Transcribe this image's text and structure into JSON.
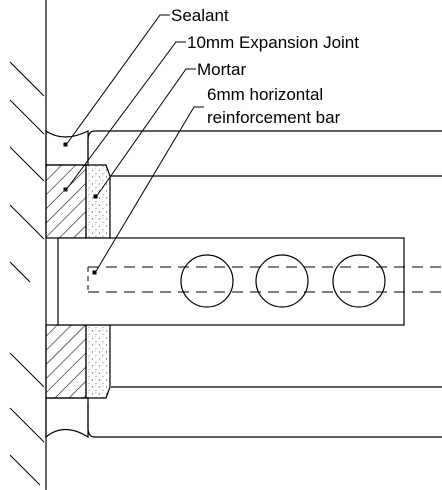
{
  "labels": {
    "sealant": "Sealant",
    "expansion_joint": "10mm Expansion Joint",
    "mortar": "Mortar",
    "reinforcement_line1": "6mm horizontal",
    "reinforcement_line2": "reinforcement bar"
  }
}
